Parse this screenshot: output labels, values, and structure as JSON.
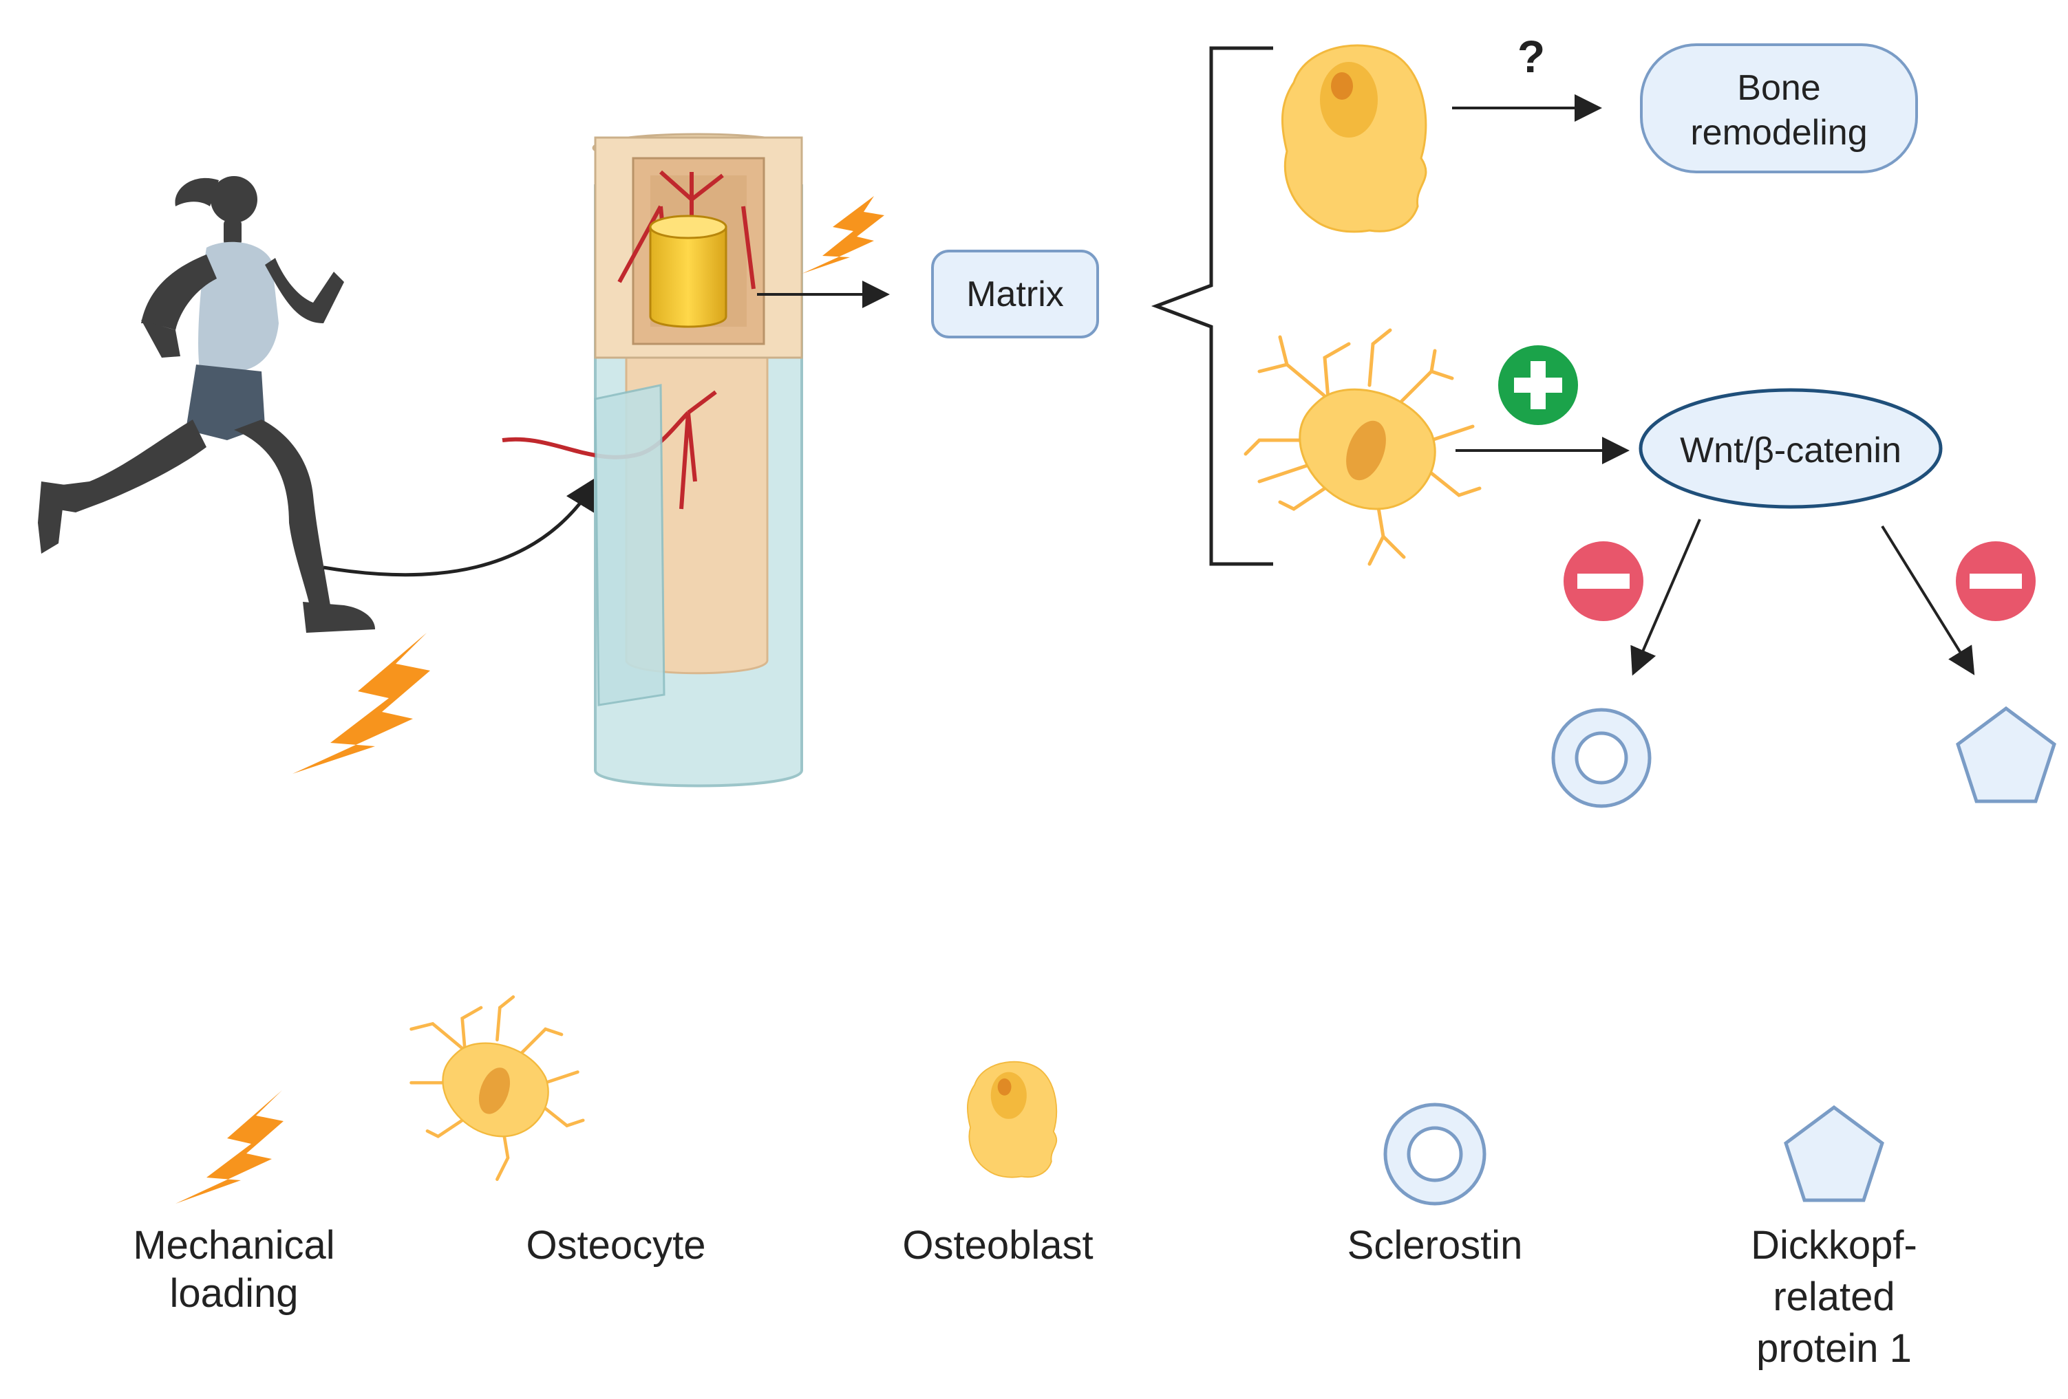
{
  "diagram": {
    "nodes": {
      "matrix": "Matrix",
      "bone_remodeling_line1": "Bone",
      "bone_remodeling_line2": "remodeling",
      "wnt": "Wnt/β-catenin",
      "unknown_mark": "?"
    }
  },
  "legend": {
    "mechanical_loading": [
      "Mechanical",
      "loading"
    ],
    "osteocyte": "Osteocyte",
    "osteoblast": "Osteoblast",
    "sclerostin": "Sclerostin",
    "dkk1": [
      "Dickkopf-",
      "related",
      "protein 1"
    ]
  },
  "colors": {
    "bolt": "#f7941d",
    "cell_yellow": "#fdd16a",
    "nucleus": "#e8a23a",
    "box_fill": "#e6f0fb",
    "box_stroke": "#7a9cc6",
    "wnt_stroke": "#1f4f7a",
    "plus": "#1ba34a",
    "minus": "#e8566b",
    "vessel": "#c0282d",
    "bone_beige": "#f1d4b0",
    "periosteum": "#cfe8ea"
  },
  "icons": [
    "runner-silhouette",
    "bone-cross-section",
    "lightning-bolt",
    "osteoblast-cell",
    "osteocyte-cell",
    "plus-circle",
    "minus-circle",
    "ring-shape",
    "pentagon-shape"
  ]
}
